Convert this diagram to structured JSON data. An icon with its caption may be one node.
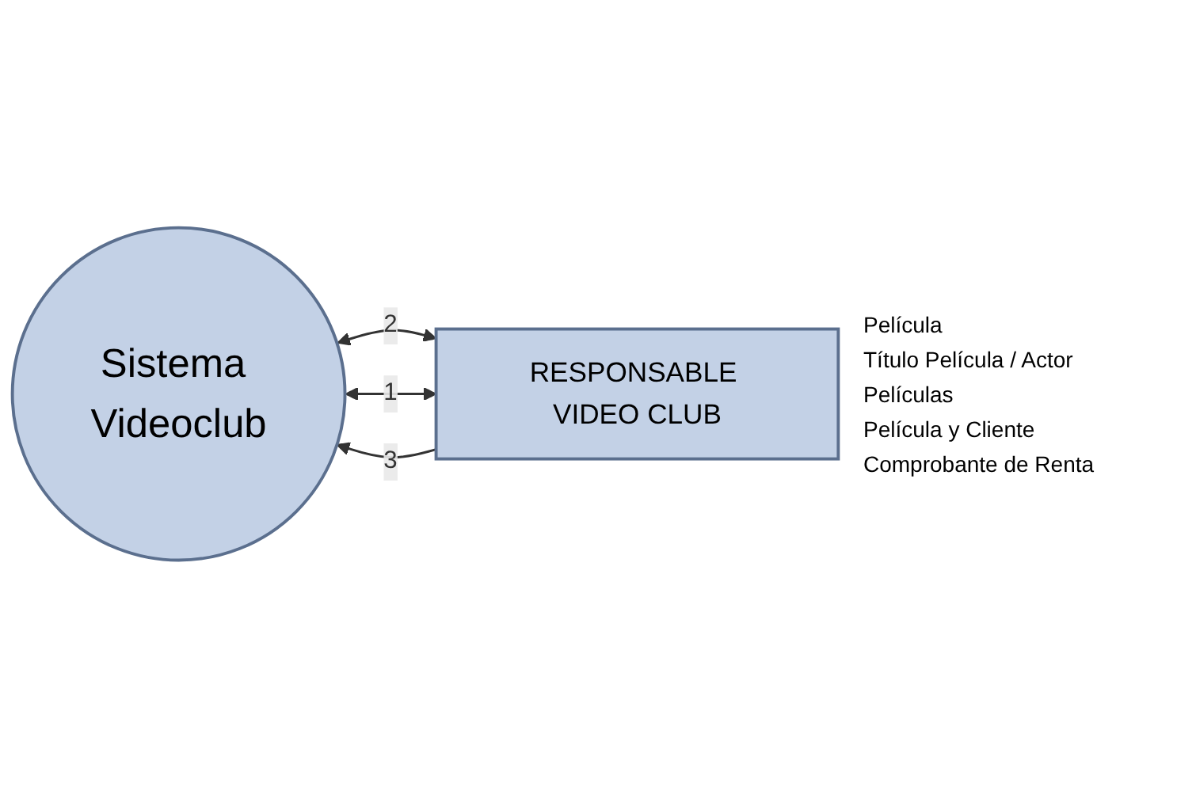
{
  "diagram": {
    "nodes": [
      {
        "text": [
          "Sistema Videoclub"
        ]
      },
      {
        "text": [
          "RESPONSABLE VIDEO CLUB"
        ]
      }
    ],
    "edges": [
      {
        "from": 1,
        "to": 0,
        "arrow": "to",
        "label": "3"
      },
      {
        "from": 0,
        "to": 1,
        "arrow": "both",
        "label": "2"
      },
      {
        "from": 0,
        "to": 1,
        "arrow": "both",
        "label": "1"
      }
    ],
    "labels": [
      "Película",
      "Título Película / Actor",
      "Películas",
      "Película y Cliente",
      "Comprobante de Renta"
    ]
  }
}
